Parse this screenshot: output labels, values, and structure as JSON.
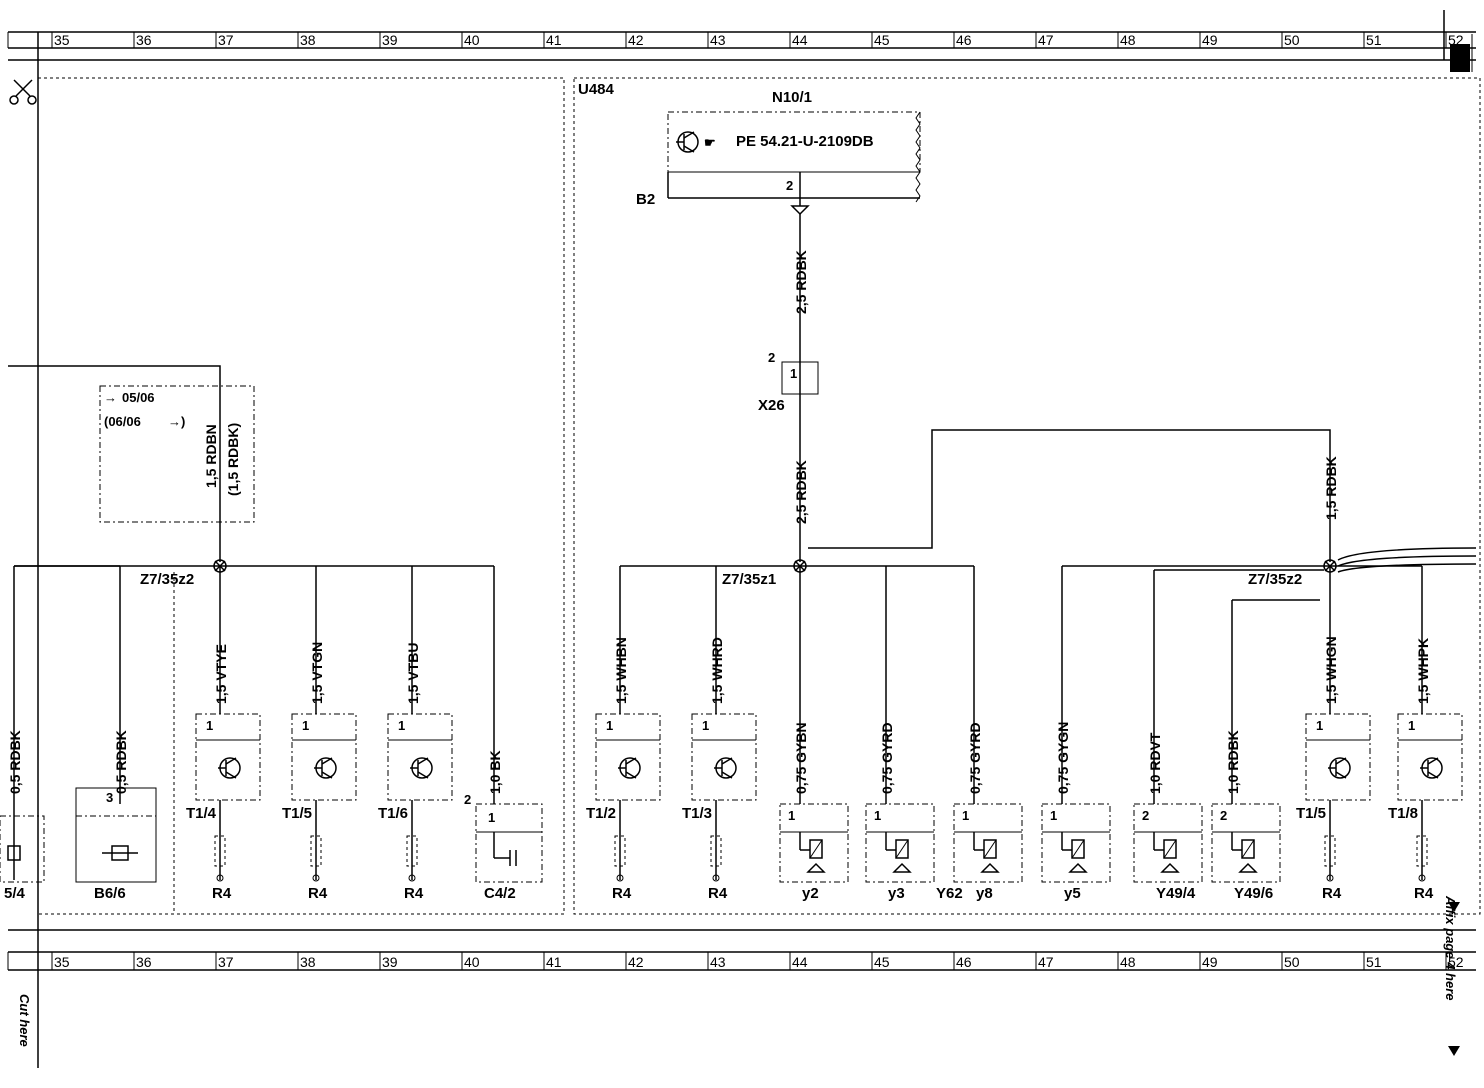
{
  "grid": {
    "columns": [
      "35",
      "36",
      "37",
      "38",
      "39",
      "40",
      "41",
      "42",
      "43",
      "44",
      "45",
      "46",
      "47",
      "48",
      "49",
      "50",
      "51",
      "52"
    ]
  },
  "sections": {
    "right_box": "U484"
  },
  "module": {
    "name": "N10/1",
    "ref": "PE 54.21-U-2109DB",
    "ground": "B2",
    "pin": "2"
  },
  "connector_x26": {
    "name": "X26",
    "pin_outer": "2",
    "pin_inner": "1"
  },
  "crossref": {
    "to": "05/06",
    "from": "(06/06",
    "arrow": "→",
    "arrow_close": "→)"
  },
  "wires": {
    "w_n10": "2,5 RDBK",
    "w_x26": "2,5 RDBK",
    "w_right_top": "1,5 RDBK",
    "w_left_main": "1,5 RDBN",
    "w_left_alt": "(1,5 RDBK)"
  },
  "splices": {
    "left": "Z7/35z2",
    "center": "Z7/35z1",
    "right": "Z7/35z2"
  },
  "branches": [
    {
      "wire": "0,5 RDBK",
      "label": "5/4",
      "pin": ""
    },
    {
      "wire": "0,5 RDBK",
      "label": "B6/6",
      "pin": "3"
    },
    {
      "wire": "1,5 VTYE",
      "label": "T1/4",
      "pin": "1",
      "sub": "R4"
    },
    {
      "wire": "1,5 VTGN",
      "label": "T1/5",
      "pin": "1",
      "sub": "R4"
    },
    {
      "wire": "1,5 VTBU",
      "label": "T1/6",
      "pin": "1",
      "sub": "R4"
    },
    {
      "wire": "1,0 BK",
      "label": "C4/2",
      "pin": "1",
      "pin_outer": "2"
    },
    {
      "wire": "1,5 WHBN",
      "label": "T1/2",
      "pin": "1",
      "sub": "R4"
    },
    {
      "wire": "1,5 WHRD",
      "label": "T1/3",
      "pin": "1",
      "sub": "R4"
    },
    {
      "wire": "0,75 GYBN",
      "label": "y2",
      "pin": "1"
    },
    {
      "wire": "0,75 GYRD",
      "label": "y3",
      "pin": "1",
      "extra": "Y62"
    },
    {
      "wire": "0,75 GYRD",
      "label": "y8",
      "pin": "1"
    },
    {
      "wire": "0,75 GYGN",
      "label": "y5",
      "pin": "1"
    },
    {
      "wire": "1,0 RDVT",
      "label": "Y49/4",
      "pin": "2"
    },
    {
      "wire": "1,0 RDBK",
      "label": "Y49/6",
      "pin": "2"
    },
    {
      "wire": "1,5 WHGN",
      "label": "T1/5",
      "pin": "1",
      "sub": "R4"
    },
    {
      "wire": "1,5 WHPK",
      "label": "T1/8",
      "pin": "1",
      "sub": "R4"
    }
  ],
  "margin": {
    "cut_here": "Cut here",
    "affix": "Affix page 4 here"
  }
}
